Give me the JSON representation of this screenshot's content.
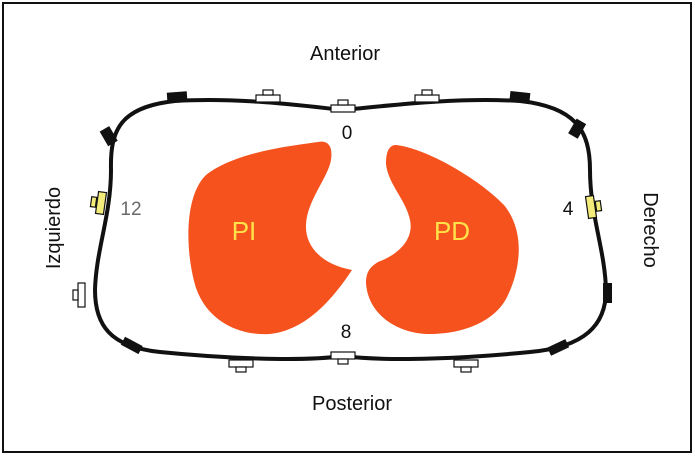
{
  "labels": {
    "anterior": "Anterior",
    "posterior": "Posterior",
    "izquierdo": "Izquierdo",
    "derecho": "Derecho",
    "pos_0": "0",
    "pos_4": "4",
    "pos_8": "8",
    "pos_12": "12",
    "lung_left": "PI",
    "lung_right": "PD"
  },
  "colors": {
    "lung_fill": "#f5521e",
    "lung_text": "#ffe24a",
    "electrode_active": "#f3ec7a",
    "electrode_inactive": "#ffffff",
    "contour": "#111111",
    "frame": "#111111",
    "text_dark": "#111111",
    "text_gray": "#6a6a6a"
  }
}
